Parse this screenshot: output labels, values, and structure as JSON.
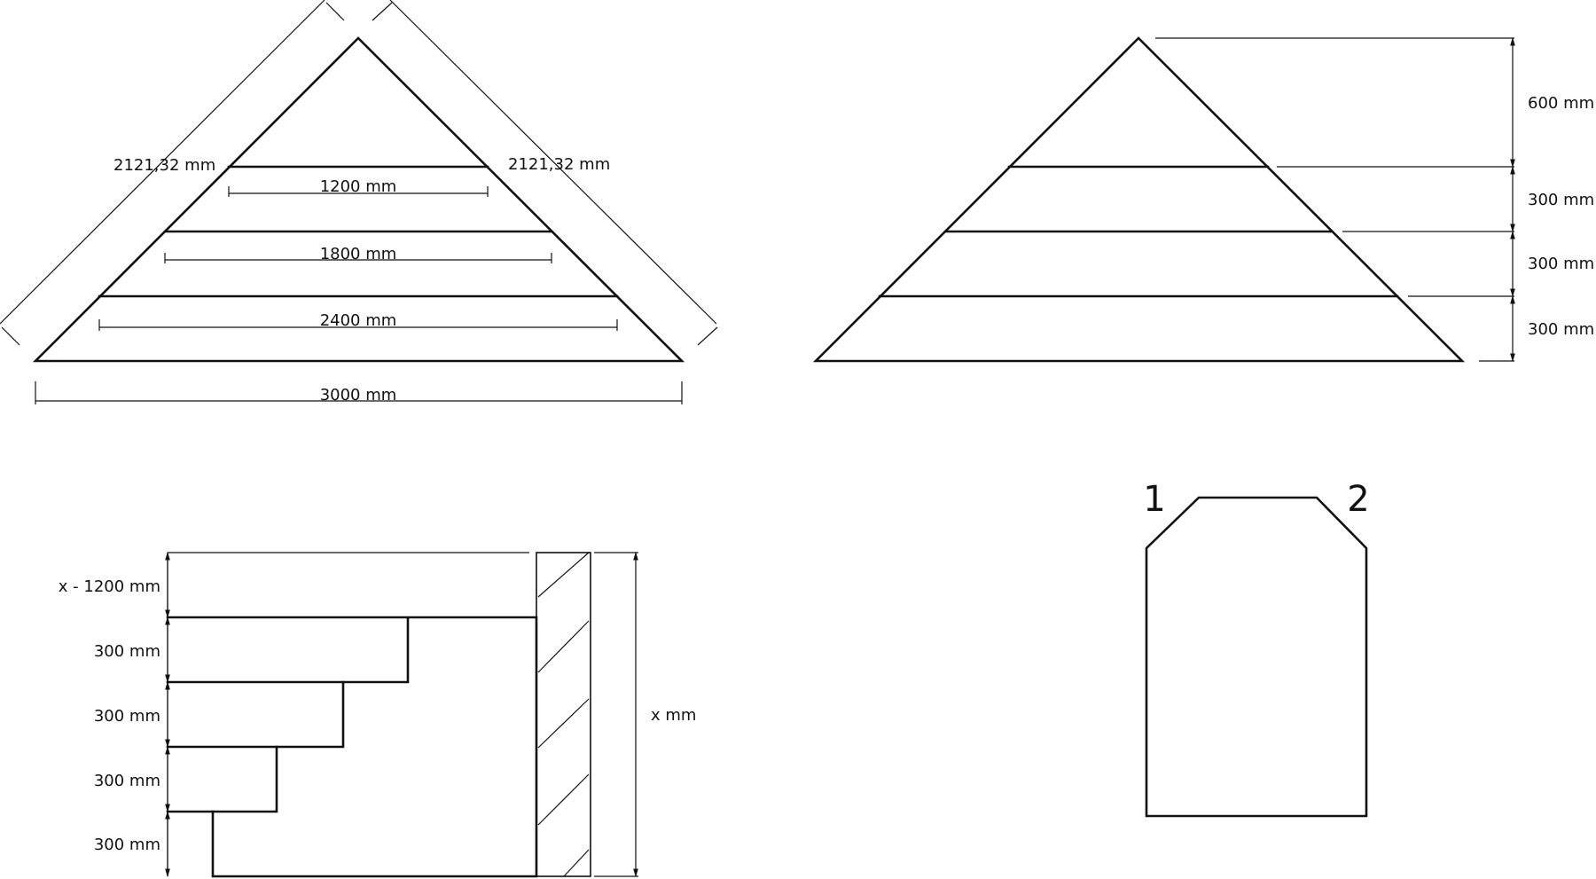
{
  "top_left": {
    "slope_left": "2121,32 mm",
    "slope_right": "2121,32 mm",
    "widths": [
      "1200 mm",
      "1800 mm",
      "2400 mm"
    ],
    "base": "3000 mm"
  },
  "top_right": {
    "heights": [
      "600 mm",
      "300 mm",
      "300 mm",
      "300 mm"
    ]
  },
  "bottom_left": {
    "heights": [
      "x - 1200 mm",
      "300 mm",
      "300 mm",
      "300 mm",
      "300 mm"
    ],
    "total": "x mm"
  },
  "bottom_right": {
    "corner_labels": [
      "1",
      "2"
    ]
  }
}
